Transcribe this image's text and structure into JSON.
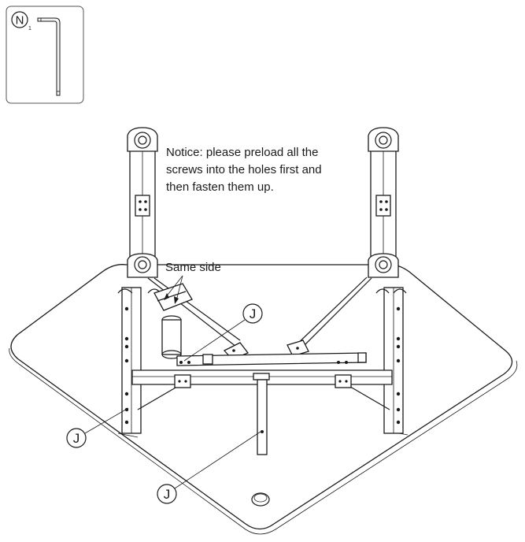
{
  "tool_box": {
    "label": "N",
    "subscript": "1",
    "icon": "hex-key-icon"
  },
  "notice": {
    "lines": [
      "Notice: please preload all the",
      "screws into the holes first and",
      "then fasten them up."
    ]
  },
  "callouts": {
    "same_side": "Same side",
    "part_j": "J"
  },
  "colors": {
    "line": "#1a1a1a",
    "background": "#ffffff"
  }
}
